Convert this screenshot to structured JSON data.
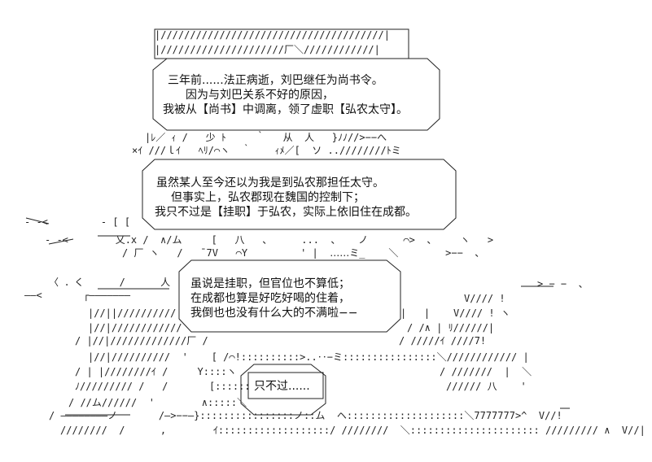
{
  "bubble1": {
    "lines": [
      "三年前......法正病逝，刘巴继任为尚书令。",
      "因为与刘巴关系不好的原因，",
      "我被从【尚书】中调离，领了虚职【弘农太守】。"
    ]
  },
  "bubble2": {
    "lines": [
      "虽然某人至今还以为我是到弘农那担任太守。",
      "但事实上，弘农郡现在魏国的控制下；",
      "我只不过是【挂职】于弘农，实际上依旧住在成都。"
    ]
  },
  "bubble3": {
    "lines": [
      "虽说是挂职，但官位也不算低；",
      "在成都也算是好吃好喝的住着，",
      "我倒也也没有什么大的不满啦−−"
    ]
  },
  "bubble4": {
    "text": "只不过......"
  },
  "ascii_art": {
    "banner1": "|//////////////////////////////////////|",
    "banner2": "|/////////////////////厂＼////////////|",
    "fragment_a": "|ﾚ／ ｨ /   少 ﾄ     ｀   从  人   }ﾉﾉ//>−−へ",
    "fragment_b": "×ｲ ///ｌｲ   ﾍﾘ/⌒ヽ  ｀    ｨﾒ／[  ソ ..////////ﾄミ",
    "fragment_c": "- -<         - [ [",
    "fragment_d": "- -<        乂.x /  ∧/ム     [   八   、     ...  、   ノ      ⌒>  、    ヽ   >",
    "fragment_e": "/ 厂 ヽ   /   ¯7V   ⌒Y         ' |  ‥‥‥ミ_    ＼        >−−  、",
    "fragment_f": "〈 ．く      /      人",
    "fragment_g": "——<       ┌———————",
    "fragment_h": "|//||//////////",
    "fragment_i": "|//|////////////",
    "fragment_j": "/ |//|/////////////厂 /",
    "fragment_k": "|//|//////////  '    [ /⌒!::::::::::>..‥−ミ::::::::::::::::＼//////////// |",
    "fragment_l": "/ | |////////ｲ /     Y::::ヽ",
    "fragment_m": "ﾉ///////// /   /       [::::::",
    "fragment_n": "/ //ム//////  '        ∧:::::＼",
    "fragment_o": "/ ————————ノ       /—>−−—}::::::::::::::::ノ::ム  ヘ::::::::::::::::::::＼7777777>^  V//!",
    "fragment_p": "////////  /      ,        ｲ:::::::::::::::::::/ ////////  ＼:::::::::::::::::::::: ///////// ∧  V//|",
    "fragment_q": "> − −  、",
    "fragment_r": "/ /∧ | ﾘ//////|",
    "fragment_s": "/ /////ｲ ////7!",
    "fragment_t": "////// 八    ' ",
    "fragment_u": "/ ///////  |  ＼",
    "fragment_v": "V//// !",
    "fragment_w": "|   |    V//// ! ヽ"
  }
}
